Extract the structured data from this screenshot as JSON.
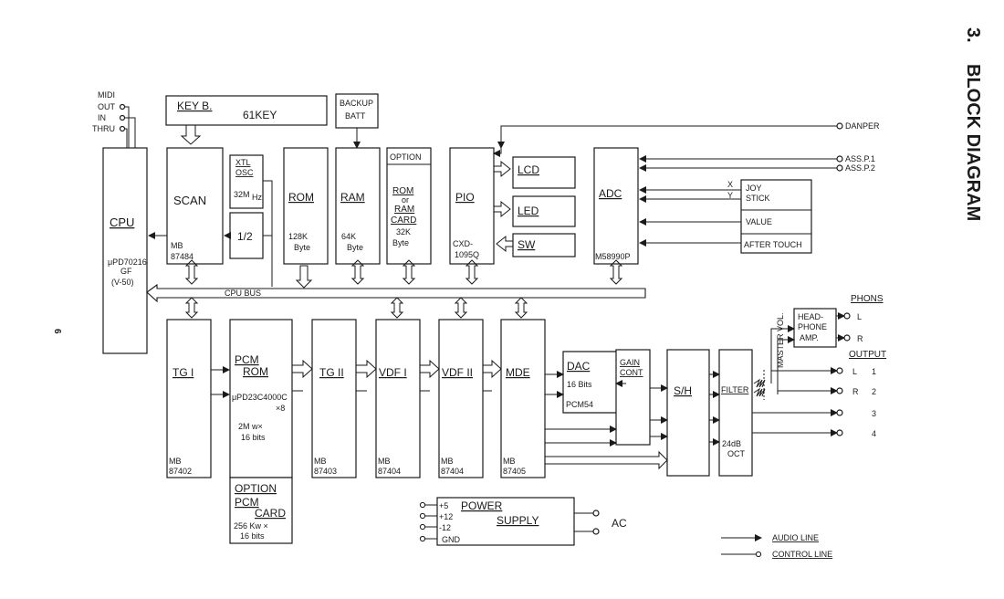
{
  "page": {
    "title_number": "3.",
    "title_text": "BLOCK DIAGRAM",
    "page_number": "6"
  },
  "midi": {
    "label": "MIDI",
    "ports": [
      "OUT",
      "IN",
      "THRU"
    ]
  },
  "top": {
    "keyboard": {
      "name": "KEY B.",
      "detail": "61KEY"
    },
    "backup": {
      "line1": "BACKUP",
      "line2": "BATT"
    },
    "cpu": {
      "name": "CPU",
      "part1": "μPD70216",
      "part2": "GF",
      "part3": "(V-50)"
    },
    "scan": {
      "name": "SCAN",
      "part1": "MB",
      "part2": "87484"
    },
    "xtl": {
      "line1": "XTL",
      "line2": "OSC",
      "freq": "32M",
      "freq_sub": "Hz",
      "divider": "1/2"
    },
    "rom": {
      "name": "ROM",
      "size1": "128K",
      "size2": "Byte"
    },
    "ram": {
      "name": "RAM",
      "size1": "64K",
      "size2": "Byte"
    },
    "option_card": {
      "header": "OPTION",
      "l1": "ROM",
      "l2": "or",
      "l3": "RAM",
      "l4": "CARD",
      "size1": "32K",
      "size2": "Byte"
    },
    "pio": {
      "name": "PIO",
      "part1": "CXD-",
      "part2": "1095Q"
    },
    "lcd": "LCD",
    "led": "LED",
    "sw": "SW",
    "adc": {
      "name": "ADC",
      "part": "M58990P"
    },
    "danper": "DANPER",
    "assp1": "ASS.P.1",
    "assp2": "ASS.P.2",
    "joy": {
      "x": "X",
      "y": "Y",
      "l1": "JOY",
      "l2": "STICK"
    },
    "value": "VALUE",
    "after_touch": "AFTER TOUCH",
    "cpu_bus": "CPU BUS"
  },
  "bottom": {
    "tg1": {
      "name": "TG I",
      "p1": "MB",
      "p2": "87402"
    },
    "pcm": {
      "l1": "PCM",
      "l2": "ROM",
      "part": "μPD23C4000C",
      "mult": "×8",
      "size1": "2M w×",
      "size2": "16 bits"
    },
    "option_pcm": {
      "header": "OPTION",
      "l1": "PCM",
      "l2": "CARD",
      "size1": "256 Kw ×",
      "size2": "16 bits"
    },
    "tg2": {
      "name": "TG II",
      "p1": "MB",
      "p2": "87403"
    },
    "vdf1": {
      "name": "VDF I",
      "p1": "MB",
      "p2": "87404"
    },
    "vdf2": {
      "name": "VDF II",
      "p1": "MB",
      "p2": "87404"
    },
    "mde": {
      "name": "MDE",
      "p1": "MB",
      "p2": "87405"
    },
    "dac": {
      "name": "DAC",
      "bits": "16 Bits",
      "part": "PCM54"
    },
    "gain": {
      "l1": "GAIN",
      "l2": "CONT"
    },
    "sh": "S/H",
    "filter": {
      "name": "FILTER",
      "l1": "24dB",
      "l2": "OCT"
    },
    "master": "MASTER VOL.",
    "headphone": {
      "l1": "HEAD-",
      "l2": "PHONE",
      "l3": "AMP."
    },
    "phons": {
      "label": "PHONS",
      "l": "L",
      "r": "R"
    },
    "output": {
      "label": "OUTPUT",
      "o1": "1",
      "o2": "2",
      "o3": "3",
      "o4": "4",
      "l": "L",
      "r": "R"
    },
    "power": {
      "v1": "+5",
      "v2": "+12",
      "v3": "-12",
      "gnd": "GND",
      "name1": "POWER",
      "name2": "SUPPLY",
      "ac": "AC"
    }
  },
  "legend": {
    "audio": "AUDIO LINE",
    "control": "CONTROL LINE"
  }
}
